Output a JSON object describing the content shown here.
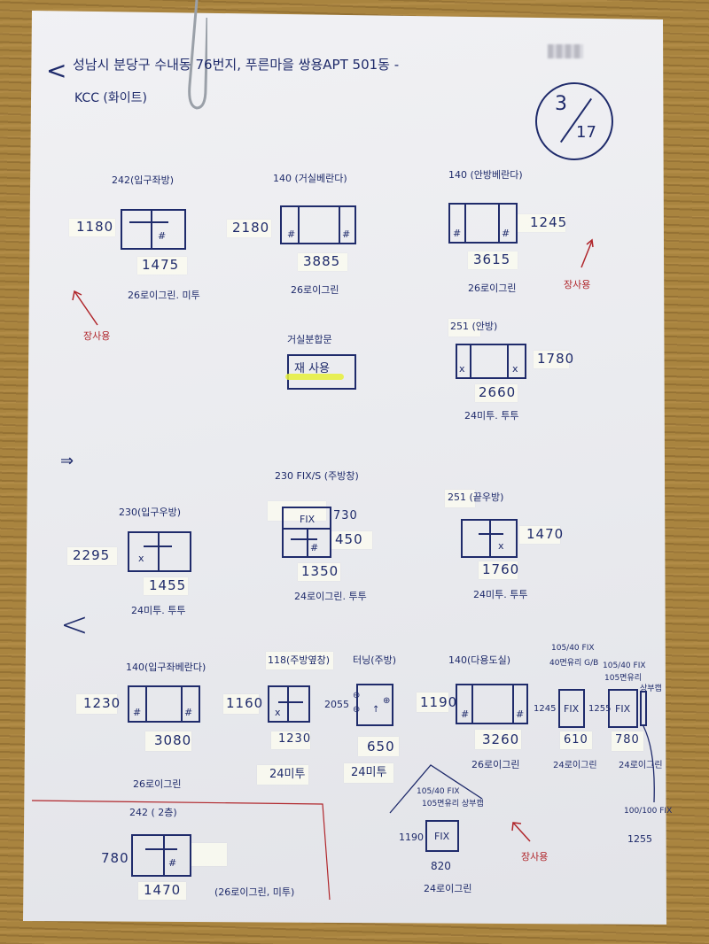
{
  "header": {
    "address_line": "성남시 분당구 수내동 76번지, 푸른마을 쌍용APT 501동 -",
    "brand_line": "KCC (화이트)",
    "page_circle": {
      "current": "3",
      "total": "17"
    },
    "redacted": "unit number blurred"
  },
  "windows": [
    {
      "id": "w1",
      "type": "242",
      "location": "입구좌방",
      "width": "1475",
      "height": "1180",
      "spec": "26로이그린. 미투",
      "annotation": ""
    },
    {
      "id": "w2",
      "type": "140",
      "location": "거실베란다",
      "width": "3885",
      "height": "2180",
      "spec": "26로이그린",
      "annotation": ""
    },
    {
      "id": "w3",
      "type": "140",
      "location": "안방베란다",
      "width": "3615",
      "height": "1245",
      "spec": "26로이그린",
      "annotation": ""
    },
    {
      "id": "w4",
      "type": "",
      "location": "거실분합문",
      "width": "",
      "height": "",
      "spec": "",
      "annotation": "재 사용"
    },
    {
      "id": "w5",
      "type": "251",
      "location": "안방",
      "width": "2660",
      "height": "1780",
      "spec": "24미투. 투투",
      "annotation": ""
    },
    {
      "id": "w6",
      "type": "230",
      "location": "입구우방",
      "width": "1455",
      "height": "2295",
      "spec": "24미투. 투투",
      "annotation": ""
    },
    {
      "id": "w7",
      "type": "230 FIX/S",
      "location": "주방창",
      "width": "1350",
      "height_top": "730",
      "height_bottom": "450",
      "spec": "24로이그린. 투투",
      "annotation": ""
    },
    {
      "id": "w8",
      "type": "251",
      "location": "끝우방",
      "width": "1760",
      "height": "1470",
      "spec": "24미투. 투투",
      "annotation": ""
    },
    {
      "id": "w9",
      "type": "140",
      "location": "입구좌베란다",
      "width": "3080",
      "height": "1230",
      "spec": "26로이그린",
      "annotation": ""
    },
    {
      "id": "w10",
      "type": "118",
      "location": "주방옆창",
      "width": "1230",
      "height": "1160",
      "spec": "24미투",
      "annotation": ""
    },
    {
      "id": "w11",
      "type": "터닝",
      "location": "주방",
      "width": "650",
      "height": "2055",
      "spec": "24미투",
      "annotation": ""
    },
    {
      "id": "w12",
      "type": "140",
      "location": "다용도실",
      "width": "3260",
      "height": "1190",
      "spec": "26로이그린",
      "annotation": ""
    },
    {
      "id": "w13",
      "type": "105/40 FIX",
      "location": "40면유리 G/B",
      "width": "610",
      "height": "1245",
      "spec": "24로이그린",
      "annotation": ""
    },
    {
      "id": "w14",
      "type": "105/40 FIX",
      "location": "105면유리",
      "width": "780",
      "height": "1255",
      "spec": "24로이그린",
      "annotation": "상부캡"
    },
    {
      "id": "w15",
      "type": "100/100 FIX",
      "location": "",
      "width": "",
      "height": "1255",
      "spec": "",
      "annotation": ""
    },
    {
      "id": "w16",
      "type": "105/40 FIX",
      "location": "105면유리 상부캡",
      "width": "820",
      "height": "1190",
      "spec": "24로이그린",
      "annotation": ""
    },
    {
      "id": "w17",
      "type": "242",
      "location": "2층",
      "width": "1470",
      "height": "780",
      "spec": "(26로이그린, 미투)",
      "annotation": ""
    }
  ],
  "red_notes": {
    "note1": "장사용",
    "note2": "장사용",
    "note3": "장사용"
  },
  "marks": {
    "arrow_right": "⇒",
    "chevron_left": "<",
    "fix": "FIX",
    "hash": "#",
    "x": "x"
  }
}
